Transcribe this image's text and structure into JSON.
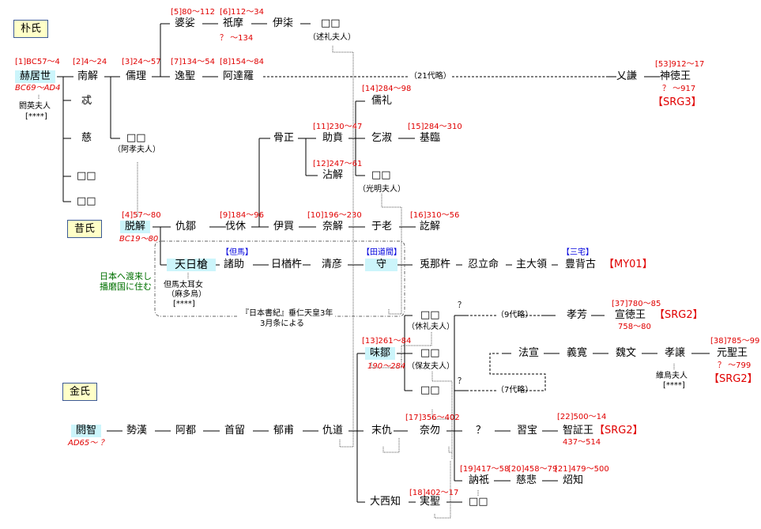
{
  "clans": {
    "park": "朴氏",
    "seok": "昔氏",
    "kim": "金氏"
  },
  "park_line": {
    "hyeokgeose": {
      "name": "赫居世",
      "reign": "[1]BC57～4",
      "life": "BC69～AD4",
      "spouse": "閼英夫人",
      "spouse_mark": "[****]"
    },
    "namhae": {
      "name": "南解",
      "reign": "[2]4～24"
    },
    "sik": {
      "name": "忒"
    },
    "ja": {
      "name": "慈"
    },
    "unknown1": {
      "name": "□□"
    },
    "unknown2": {
      "name": "□□"
    },
    "yuri": {
      "name": "儒理",
      "reign": "[3]24～57"
    },
    "ahyo": {
      "name": "□□",
      "note": "（阿孝夫人）"
    },
    "pasa": {
      "name": "婆娑",
      "reign": "[5]80～112"
    },
    "jima": {
      "name": "祇摩",
      "reign": "[6]112～34",
      "life": "？ ～134"
    },
    "yiseok": {
      "name": "伊柒"
    },
    "sulye": {
      "name": "□□",
      "note": "（述礼夫人）"
    },
    "ilseong": {
      "name": "逸聖",
      "reign": "[7]134～54"
    },
    "adalla": {
      "name": "阿達羅",
      "reign": "[8]154～84"
    },
    "omitted21": "（21代略）",
    "yegyeom": {
      "name": "乂謙"
    },
    "sindeok": {
      "name": "神徳王",
      "reign": "[53]912～17",
      "life": "？ ～917",
      "tag": "【SRG3】"
    }
  },
  "seok_line": {
    "talhae": {
      "name": "脱解",
      "reign": "[4]57～80",
      "life": "BC19～80"
    },
    "guchu": {
      "name": "仇鄒"
    },
    "beolhyu": {
      "name": "伐休",
      "reign": "[9]184～96"
    },
    "goljeong": {
      "name": "骨正"
    },
    "jobun": {
      "name": "助賁",
      "reign": "[11]230～47"
    },
    "cheomhae": {
      "name": "沾解",
      "reign": "[12]247～61"
    },
    "yurye": {
      "name": "儒礼",
      "reign": "[14]284～98"
    },
    "geolsuk": {
      "name": "乞淑"
    },
    "girim": {
      "name": "基臨",
      "reign": "[15]284～310"
    },
    "gwangmyeong": {
      "name": "□□",
      "note": "（光明夫人）"
    },
    "imae": {
      "name": "伊買"
    },
    "naehae": {
      "name": "奈解",
      "reign": "[10]196～230"
    },
    "uro": {
      "name": "于老"
    },
    "heulhae": {
      "name": "訖解",
      "reign": "[16]310～56"
    }
  },
  "japan_line": {
    "amenohiboko": {
      "name": "天日槍",
      "region": "【但馬】",
      "spouse": "但馬太耳女",
      "spouse_alt": "（麻多烏）",
      "spouse_mark": "[****]"
    },
    "morosuku": {
      "name": "諸助"
    },
    "hinaraki": {
      "name": "日楢杵"
    },
    "kiyohiko": {
      "name": "清彦"
    },
    "tajimamori": {
      "name": "守",
      "region": "【田道間】"
    },
    "tanaki": {
      "name": "兎那杵"
    },
    "oshitachi": {
      "name": "忍立命"
    },
    "shudairyo": {
      "name": "主大領"
    },
    "toyoseko": {
      "name": "豊背古",
      "region": "【三宅】",
      "tag": "【MY01】"
    },
    "note_migrated": [
      "日本へ渡来し",
      "播磨国に住む"
    ],
    "note_source": [
      "『日本書紀』垂仁天皇3年",
      "3月条による"
    ]
  },
  "kim_line": {
    "alji": {
      "name": "閼智",
      "life": "AD65～ ？"
    },
    "sehan": {
      "name": "勢漢"
    },
    "ado": {
      "name": "阿都"
    },
    "suryu": {
      "name": "首留"
    },
    "ukbo": {
      "name": "郁甫"
    },
    "gudo": {
      "name": "仇道"
    },
    "michu": {
      "name": "味鄒",
      "reign": "[13]261～84",
      "life": "190～284"
    },
    "hyurye": {
      "name": "□□",
      "note": "（休礼夫人）"
    },
    "boban": {
      "name": "□□",
      "note": "（保友夫人）"
    },
    "unknown_c": {
      "name": "□□"
    },
    "malgu": {
      "name": "末仇"
    },
    "naemul": {
      "name": "奈勿",
      "reign": "[17]356～402"
    },
    "unknown_q": {
      "name": "？"
    },
    "seupbo": {
      "name": "習宝"
    },
    "jijeung": {
      "name": "智証王",
      "reign": "[22]500～14",
      "life": "437～514",
      "tag": "【SRG2】"
    },
    "nulji": {
      "name": "訥祇",
      "reign": "[19]417～58"
    },
    "jabi": {
      "name": "慈悲",
      "reign": "[20]458～79"
    },
    "soji": {
      "name": "炤知",
      "reign": "[21]479～500"
    },
    "daeseoji": {
      "name": "大西知"
    },
    "silseong": {
      "name": "実聖",
      "reign": "[18]402～17"
    },
    "unknown_d": {
      "name": "□□"
    },
    "omitted9": "（9代略）",
    "q1": "？",
    "hyobang": {
      "name": "孝芳"
    },
    "seondeok": {
      "name": "宣徳王",
      "reign": "[37]780～85",
      "life": "758～80",
      "tag": "【SRG2】"
    },
    "omitted7": "（7代略）",
    "q2": "？",
    "beopseon": {
      "name": "法宣"
    },
    "uigwan": {
      "name": "義寛"
    },
    "wimun": {
      "name": "魏文"
    },
    "hyoyang": {
      "name": "孝譲",
      "spouse": "維烏夫人",
      "spouse_mark": "[****]"
    },
    "wonseong": {
      "name": "元聖王",
      "reign": "[38]785～99",
      "life": "？ ～799",
      "tag": "【SRG2】"
    }
  }
}
